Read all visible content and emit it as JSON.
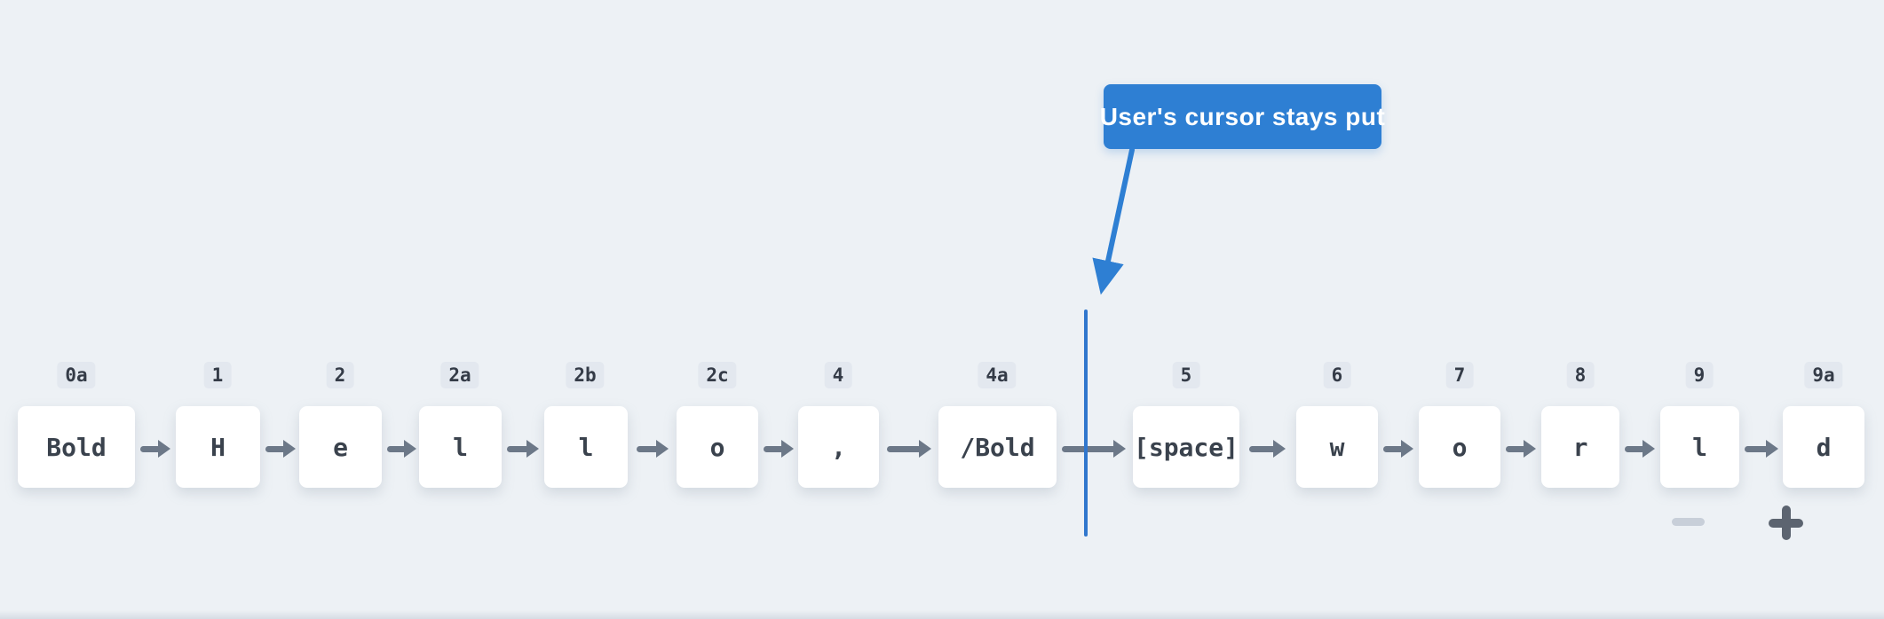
{
  "tooltip": {
    "text": "User's cursor stays put",
    "bg_color": "#2e7fd3",
    "text_color": "#ffffff"
  },
  "cursor": {
    "color": "#3177cd",
    "position_note": "between tokens 4a and 5"
  },
  "tokens": [
    {
      "step": "0a",
      "text": "Bold"
    },
    {
      "step": "1",
      "text": "H"
    },
    {
      "step": "2",
      "text": "e"
    },
    {
      "step": "2a",
      "text": "l"
    },
    {
      "step": "2b",
      "text": "l"
    },
    {
      "step": "2c",
      "text": "o"
    },
    {
      "step": "4",
      "text": ","
    },
    {
      "step": "4a",
      "text": "/Bold"
    },
    {
      "step": "5",
      "text": "[space]"
    },
    {
      "step": "6",
      "text": "w"
    },
    {
      "step": "7",
      "text": "o"
    },
    {
      "step": "8",
      "text": "r"
    },
    {
      "step": "9",
      "text": "l"
    },
    {
      "step": "9a",
      "text": "d"
    }
  ],
  "controls": {
    "zoom_out_icon": "minus-icon",
    "zoom_in_icon": "plus-icon",
    "zoom_out_color": "#c8cfd9",
    "zoom_in_color": "#5c6470"
  },
  "colors": {
    "background": "#edf1f5",
    "box_bg": "#ffffff",
    "box_text": "#3a424d",
    "badge_bg": "#e3e8ef",
    "badge_text": "#343b47",
    "arrow": "#6c7888",
    "accent_blue": "#2e7fd3"
  }
}
